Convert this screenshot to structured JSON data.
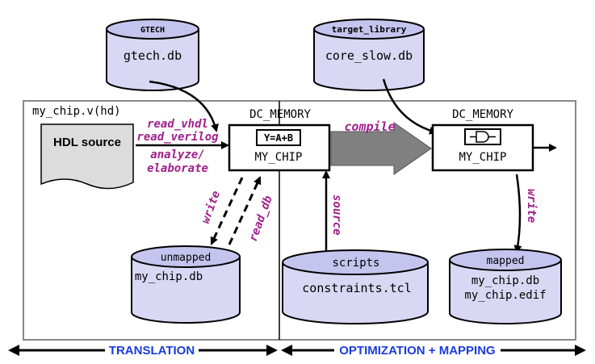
{
  "gtech_db": {
    "header": "GTECH",
    "file": "gtech.db"
  },
  "target_library_db": {
    "header": "target_library",
    "file": "core_slow.db"
  },
  "hdl_file_label": "my_chip.v(hd)",
  "hdl_source": "HDL source",
  "read_commands": [
    "read_vhdl",
    "read_verilog",
    "analyze/",
    "elaborate"
  ],
  "dc_memory_left": {
    "label": "DC_MEMORY",
    "equation": "Y=A+B",
    "design": "MY_CHIP"
  },
  "dc_memory_right": {
    "label": "DC_MEMORY",
    "design": "MY_CHIP"
  },
  "compile_label": "compile",
  "write_label_left": "write",
  "read_db_label": "read_db",
  "source_label": "source",
  "write_label_right": "write",
  "unmapped_db": {
    "header": "unmapped",
    "file": "my_chip.db"
  },
  "scripts_db": {
    "header": "scripts",
    "file": "constraints.tcl"
  },
  "mapped_db": {
    "header": "mapped",
    "files": [
      "my_chip.db",
      "my_chip.edif"
    ]
  },
  "phases": {
    "left": "TRANSLATION",
    "right": "OPTIMIZATION + MAPPING"
  },
  "colors": {
    "cylinder": "#d8d8f4",
    "command_text": "#a0208c",
    "phase_text": "#1a3cdd",
    "compile_arrow": "#808080"
  }
}
